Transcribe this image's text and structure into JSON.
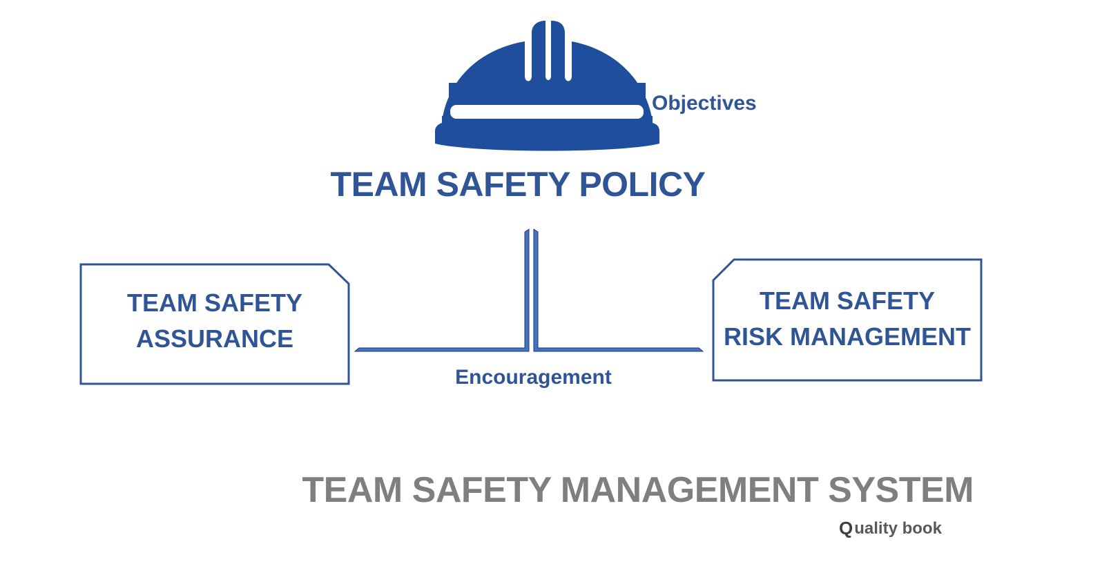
{
  "diagram": {
    "title": "TEAM SAFETY POLICY",
    "icon": "hard-hat-icon",
    "objectives_label": "Objectives",
    "encouragement_label": "Encouragement",
    "left_box": {
      "line1": "TEAM SAFETY",
      "line2": "ASSURANCE"
    },
    "right_box": {
      "line1": "TEAM SAFETY",
      "line2": "RISK MANAGEMENT"
    },
    "footer_title": "TEAM SAFETY MANAGEMENT SYSTEM",
    "brand": {
      "glyph": "Q",
      "text": "uality book"
    }
  },
  "colors": {
    "primary_blue": "#2f5597",
    "helmet_blue": "#1f4e9c",
    "connector_blue": "#4472c4",
    "footer_gray": "#7f7f7f",
    "brand_gray": "#595959"
  }
}
